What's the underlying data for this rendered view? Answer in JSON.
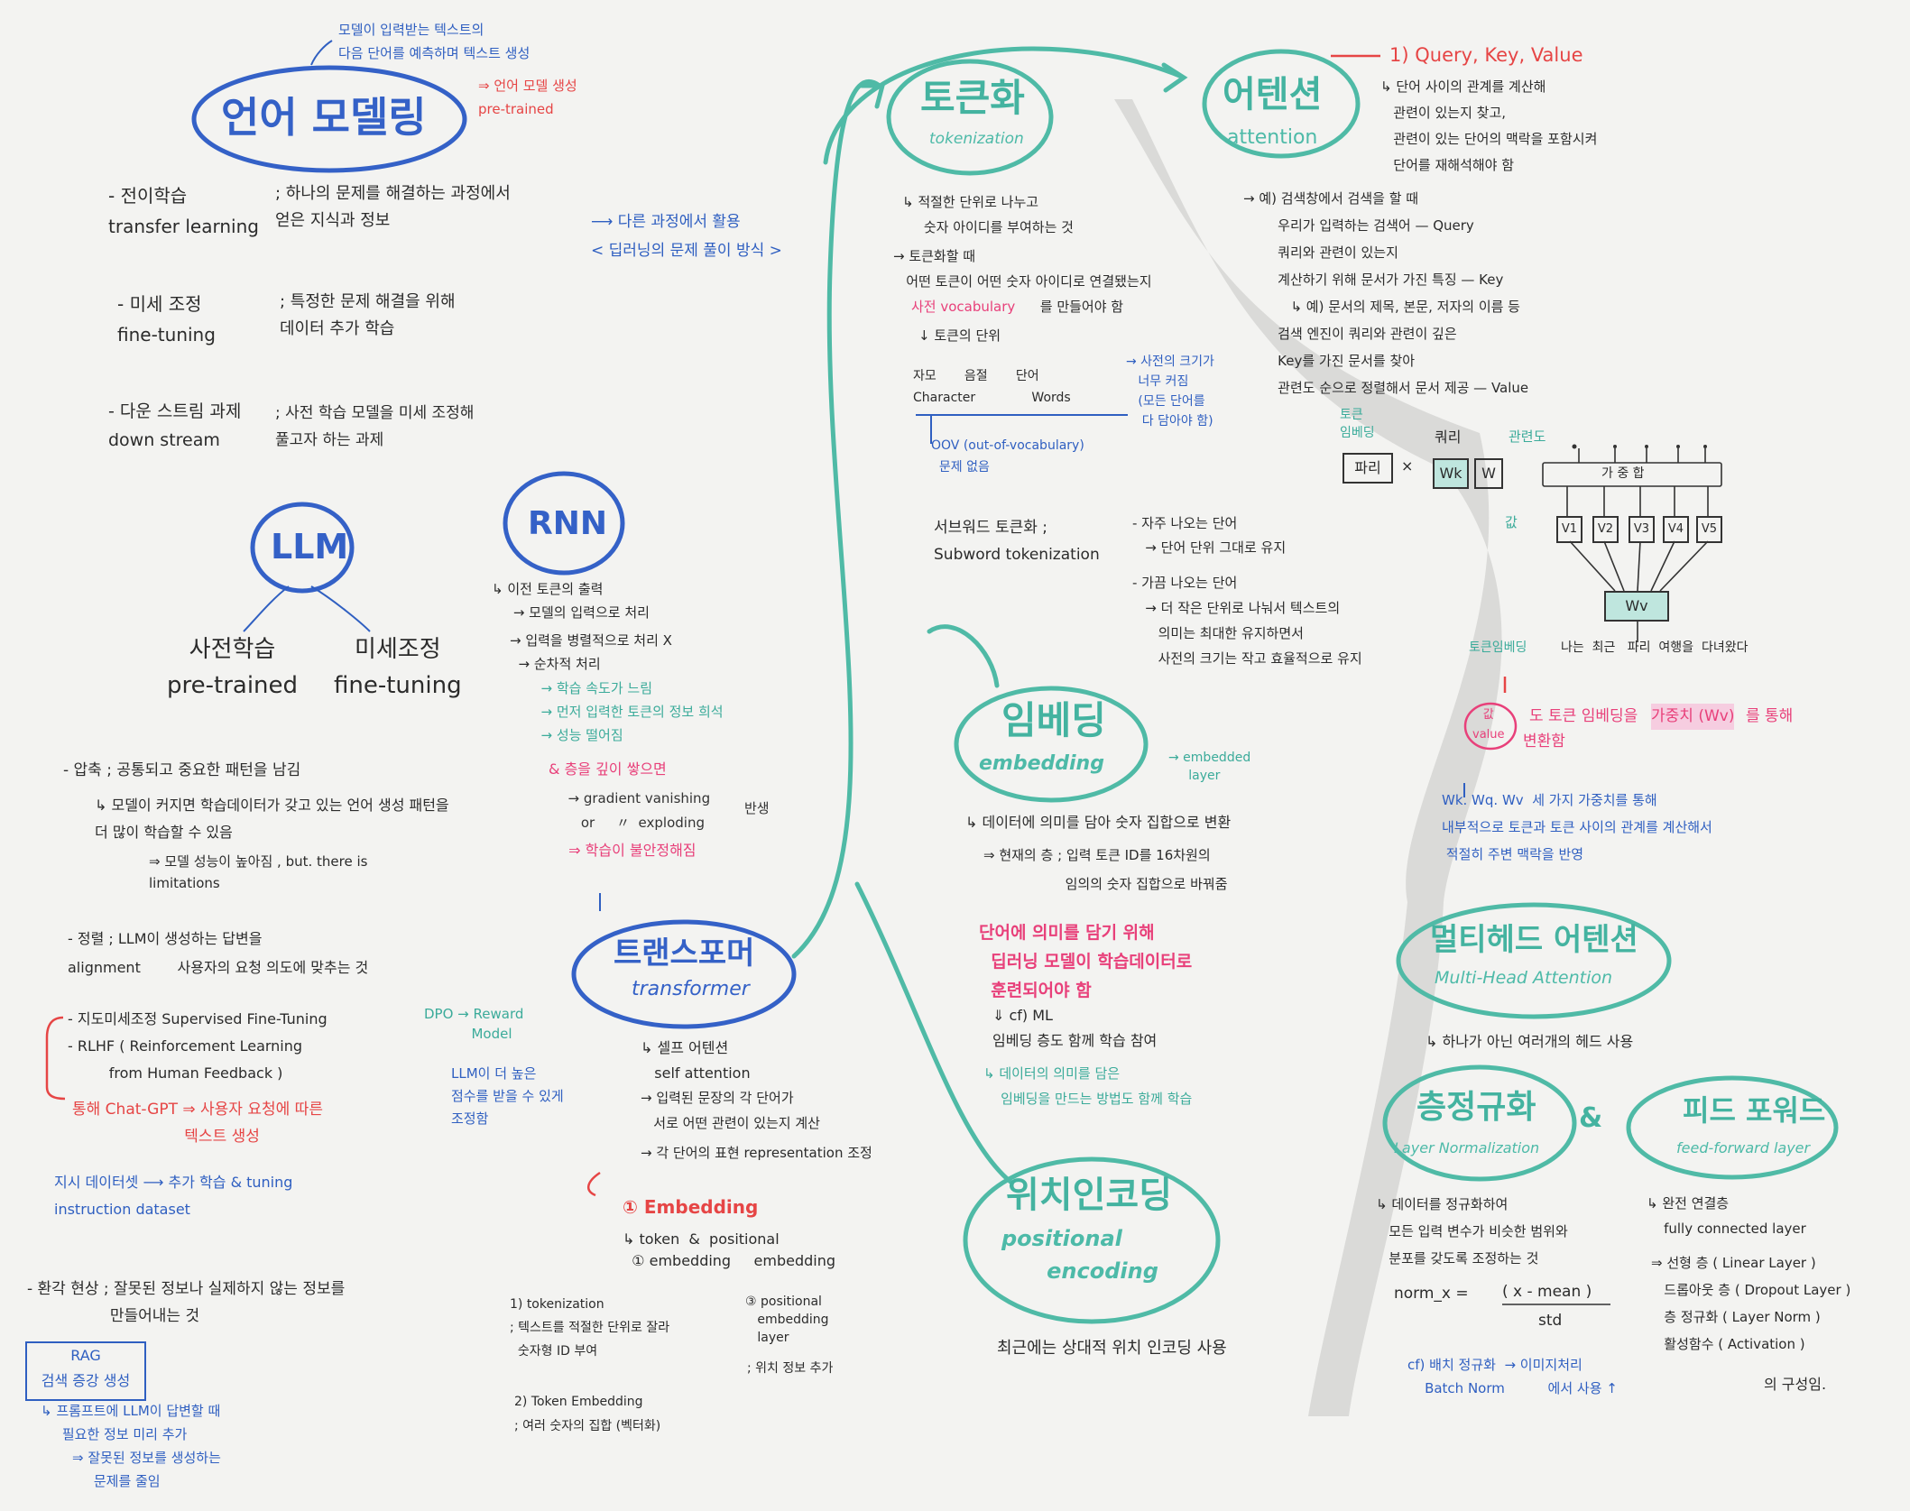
{
  "lm": {
    "title": "언어 모델링",
    "def": "모델이 입력받는 텍스트의\n다음 단어를 예측하며 텍스트 생성",
    "result": "⇒ 언어 모델 생성\npre-trained",
    "transfer_term": "- 전이학습\ntransfer learning",
    "transfer_desc": "; 하나의 문제를 해결하는 과정에서\n얻은 지식과 정보",
    "transfer_result": "⟶ 다른 과정에서 활용\n< 딥러닝의 문제 풀이 방식 >",
    "fine_term": "- 미세 조정\nfine-tuning",
    "fine_desc": "; 특정한 문제 해결을 위해\n데이터 추가 학습",
    "down_term": "- 다운 스트림 과제\ndown stream",
    "down_desc": "; 사전 학습 모델을 미세 조정해\n풀고자 하는 과제"
  },
  "llm": {
    "title": "LLM",
    "pre": "사전학습\npre-trained",
    "fine": "미세조정\nfine-tuning",
    "compress": "- 압축 ; 공통되고 중요한 패턴을 남김",
    "compress2": "↳ 모델이 커지면 학습데이터가 갖고 있는 언어 생성 패턴을\n더 많이 학습할 수 있음",
    "compress3": "⇒ 모델 성능이 높아짐 , but. there is\nlimitations",
    "align": "- 정렬 ; LLM이 생성하는 답변을\nalignment        사용자의 요청 의도에 맞추는 것",
    "sft": "- 지도미세조정 Supervised Fine-Tuning\n- RLHF ( Reinforcement Learning\n         from Human Feedback )",
    "dpo": "DPO → Reward\n           Model",
    "dpo2": "LLM이 더 높은\n점수를 받을 수 있게\n조정함",
    "chatgpt": "통해 Chat-GPT ⇒ 사용자 요청에 따른\n                       텍스트 생성",
    "instr": "지시 데이터셋 ⟶ 추가 학습 & tuning\ninstruction dataset",
    "halluc": "- 환각 현상 ; 잘못된 정보나 실제하지 않는 정보를\n                 만들어내는 것",
    "rag": "RAG\n검색 증강 생성",
    "rag2": "↳ 프롬프트에 LLM이 답변할 때\n     필요한 정보 미리 추가",
    "rag3": "⇒ 잘못된 정보를 생성하는\n     문제를 줄임"
  },
  "rnn": {
    "title": "RNN",
    "l1": "↳ 이전 토큰의 출력\n     → 모델의 입력으로 처리",
    "l2": "→ 입력을 병렬적으로 처리 X\n  → 순차적 처리",
    "l3": "  → 학습 속도가 느림\n  → 먼저 입력한 토큰의 정보 희석\n  → 성능 떨어짐",
    "l4": "& 층을 깊이 쌓으면",
    "l5": "  → gradient vanishing\n     or     〃  exploding",
    "l5b": "반생",
    "l6": "  ⇒ 학습이 불안정해짐"
  },
  "transformer": {
    "title": "트랜스포머",
    "sub": "transformer",
    "l1": "↳ 셀프 어텐션\n   self attention",
    "l2": "→ 입력된 문장의 각 단어가\n   서로 어떤 관련이 있는지 계산",
    "l3": "→ 각 단어의 표현 representation 조정",
    "emb_title": "① Embedding",
    "emb1": "↳ token  &  positional\n  ① embedding     embedding",
    "emb2": "1) tokenization\n; 텍스트를 적절한 단위로 잘라\n  숫자형 ID 부여",
    "emb3": "2) Token Embedding\n; 여러 숫자의 집합 (벡터화)",
    "emb4": "③ positional\n   embedding\n   layer",
    "emb5": "; 위치 정보 추가"
  },
  "token": {
    "title": "토큰화",
    "sub": "tokenization",
    "l1": "↳ 적절한 단위로 나누고\n     숫자 아이디를 부여하는 것",
    "l2": "→ 토큰화할 때\n   어떤 토큰이 어떤 숫자 아이디로 연결됐는지",
    "l3": "사전 vocabulary",
    "l3b": " 를 만들어야 함",
    "l4": "↓ 토큰의 단위",
    "scale": "자모       음절       단어\nCharacter              Words",
    "scale2": "→ 사전의 크기가\n   너무 커짐\n   (모든 단어를\n    다 담아야 함)",
    "oov": "OOV (out-of-vocabulary)\n  문제 없음",
    "subword": "서브워드 토큰화 ;\nSubword tokenization",
    "sw1": "- 자주 나오는 단어\n   → 단어 단위 그대로 유지",
    "sw2": "- 가끔 나오는 단어\n   → 더 작은 단위로 나눠서 텍스트의\n      의미는 최대한 유지하면서\n      사전의 크기는 작고 효율적으로 유지"
  },
  "embedding": {
    "title": "임베딩",
    "sub": "embedding",
    "side": "→ embedded\n     layer",
    "l1": "↳ 데이터에 의미를 담아 숫자 집합으로 변환",
    "l2": "⇒ 현재의 층 ; 입력 토큰 ID를 16차원의\n                   임의의 숫자 집합으로 바꿔줌",
    "l3": "단어에 의미를 담기 위해\n  딥러닝 모델이 학습데이터로\n  훈련되어야 함",
    "l4": "⇓ cf) ML\n임베딩 층도 함께 학습 참여",
    "l5": "↳ 데이터의 의미를 담은\n    임베딩을 만드는 방법도 함께 학습"
  },
  "positional": {
    "title": "위치인코딩",
    "sub": "positional\n      encoding",
    "l1": "최근에는 상대적 위치 인코딩 사용"
  },
  "attention": {
    "title": "어텐션",
    "sub": "attention",
    "qkv": "1) Query, Key, Value",
    "l1": "↳ 단어 사이의 관계를 계산해\n   관련이 있는지 찾고,\n   관련이 있는 단어의 맥락을 포함시켜\n   단어를 재해석해야 함",
    "ex": "→ 예) 검색창에서 검색을 할 때\n        우리가 입력하는 검색어 — Query",
    "ex2": "        쿼리와 관련이 있는지\n        계산하기 위해 문서가 가진 특징 — Key\n           ↳ 예) 문서의 제목, 본문, 저자의 이름 등",
    "ex3": "        검색 엔진이 쿼리와 관련이 깊은\n        Key를 가진 문서를 찾아\n        관련도 순으로 정렬해서 문서 제공 — Value",
    "diag_token": "토큰\n임베딩",
    "diag_query": "쿼리",
    "diag_rel": "관련도",
    "diag_val": "값",
    "box_pari": "파리",
    "box_wk": "Wk",
    "box_w": "W",
    "weighted_sum": "가 중 합",
    "values": [
      "V1",
      "V2",
      "V3",
      "V4",
      "V5"
    ],
    "wv": "Wv",
    "token_emb_label": "토큰임베딩",
    "sentence": "나는  최근   파리  여행을  다녀왔다",
    "value_circle": "값\nvalue",
    "value_desc1": "도 토큰 임베딩을",
    "value_hl": "가중치 (Wv)",
    "value_desc2": "를 통해",
    "value_desc3": "변환함",
    "wkqv": "Wk. Wq. Wv  세 가지 가중치를 통해\n내부적으로 토큰과 토큰 사이의 관계를 계산해서\n 적절히 주변 맥락을 반영"
  },
  "mha": {
    "title": "멀티헤드 어텐션",
    "sub": "Multi-Head Attention",
    "l1": "↳ 하나가 아닌 여러개의 헤드 사용"
  },
  "ln": {
    "title": "층정규화",
    "sub": "Layer Normalization",
    "l1": "↳ 데이터를 정규화하여\n   모든 입력 변수가 비슷한 범위와\n   분포를 갖도록 조정하는 것",
    "formula_l": "norm_x =",
    "formula_n": "( x - mean )",
    "formula_d": "std",
    "cf": "cf) 배치 정규화  → 이미지처리\n    Batch Norm          에서 사용 ↑"
  },
  "ff": {
    "title": "피드 포워드",
    "sub": "feed-forward layer",
    "l1": "↳ 완전 연결층\n    fully connected layer",
    "l2": "⇒ 선형 층 ( Linear Layer )\n   드롭아웃 층 ( Dropout Layer )\n   층 정규화 ( Layer Norm )\n   활성함수 ( Activation )",
    "l3": "의 구성임."
  },
  "and": "&"
}
